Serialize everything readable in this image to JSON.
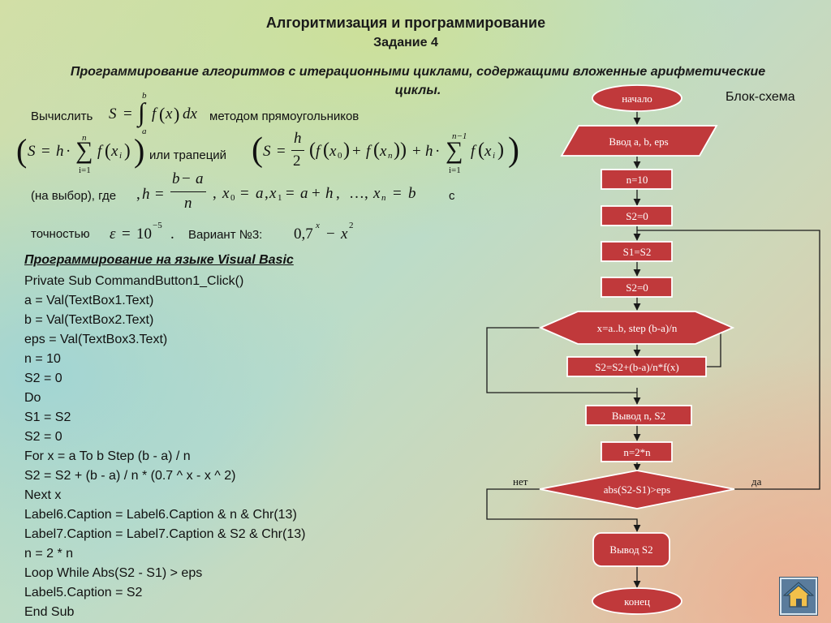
{
  "header": {
    "title": "Алгоритмизация и программирование",
    "subtitle": "Задание 4",
    "topic_line1": "Программирование алгоритмов  с итерационными циклами,  содержащими вложенные арифметические",
    "topic_line2": "циклы."
  },
  "task": {
    "compute_label": "Вычислить",
    "method_text": "методом прямоугольников",
    "or_trap": "или трапеций",
    "choice_text": "(на выбор), где",
    "with_text": "с",
    "accuracy_label": "точностью",
    "variant_label": "Вариант №3:",
    "formulas": {
      "integral": "S = ∫ f(x) dx",
      "lower_limit": "a",
      "upper_limit": "b",
      "rect": "S = h · Σ f(xᵢ)",
      "rect_sum_top": "n",
      "rect_sum_bottom": "i=1",
      "trap": "S = h/2 (f(x₀) + f(xₙ)) + h · Σ f(xᵢ)",
      "trap_sum_top": "n−1",
      "trap_sum_bottom": "i=1",
      "step": "h = (b − a)/n",
      "nodes": "x₀ = a, x₁ = a + h, …, xₙ = b",
      "eps": "ε = 10⁻⁵",
      "variant_fn": "0,7ˣ − x²"
    }
  },
  "code": {
    "heading": "Программирование на языке Visual Basic",
    "lines": [
      "Private Sub CommandButton1_Click()",
      "a = Val(TextBox1.Text)",
      "b = Val(TextBox2.Text)",
      "eps = Val(TextBox3.Text)",
      "n = 10",
      "S2 = 0",
      "Do",
      "S1 = S2",
      "S2 = 0",
      "For x = a To b Step (b - a) / n",
      "S2 = S2 + (b - a) / n * (0.7 ^ x - x ^ 2)",
      "Next x",
      "Label6.Caption = Label6.Caption & n & Chr(13)",
      "Label7.Caption = Label7.Caption & S2 & Chr(13)",
      "n = 2 * n",
      "Loop While Abs(S2 - S1) > eps",
      "Label5.Caption = S2",
      "End Sub"
    ]
  },
  "flowchart": {
    "label": "Блок-схема",
    "start": "начало",
    "input": "Ввод a, b, eps",
    "n_init": "n=10",
    "s2_init": "S2=0",
    "s1_assign": "S1=S2",
    "s2_reset": "S2=0",
    "loop": "x=a..b, step (b-a)/n",
    "accumulate": "S2=S2+(b-a)/n*f(x)",
    "output_n": "Вывод n, S2",
    "double_n": "n=2*n",
    "condition": "abs(S2-S1)>eps",
    "no_label": "нет",
    "yes_label": "да",
    "output_s2": "Вывод S2",
    "end": "конец"
  },
  "colors": {
    "block_fill": "#c0393b",
    "block_stroke": "#ffffff",
    "line": "#1a1a1a"
  },
  "icons": {
    "home": "home-icon"
  }
}
